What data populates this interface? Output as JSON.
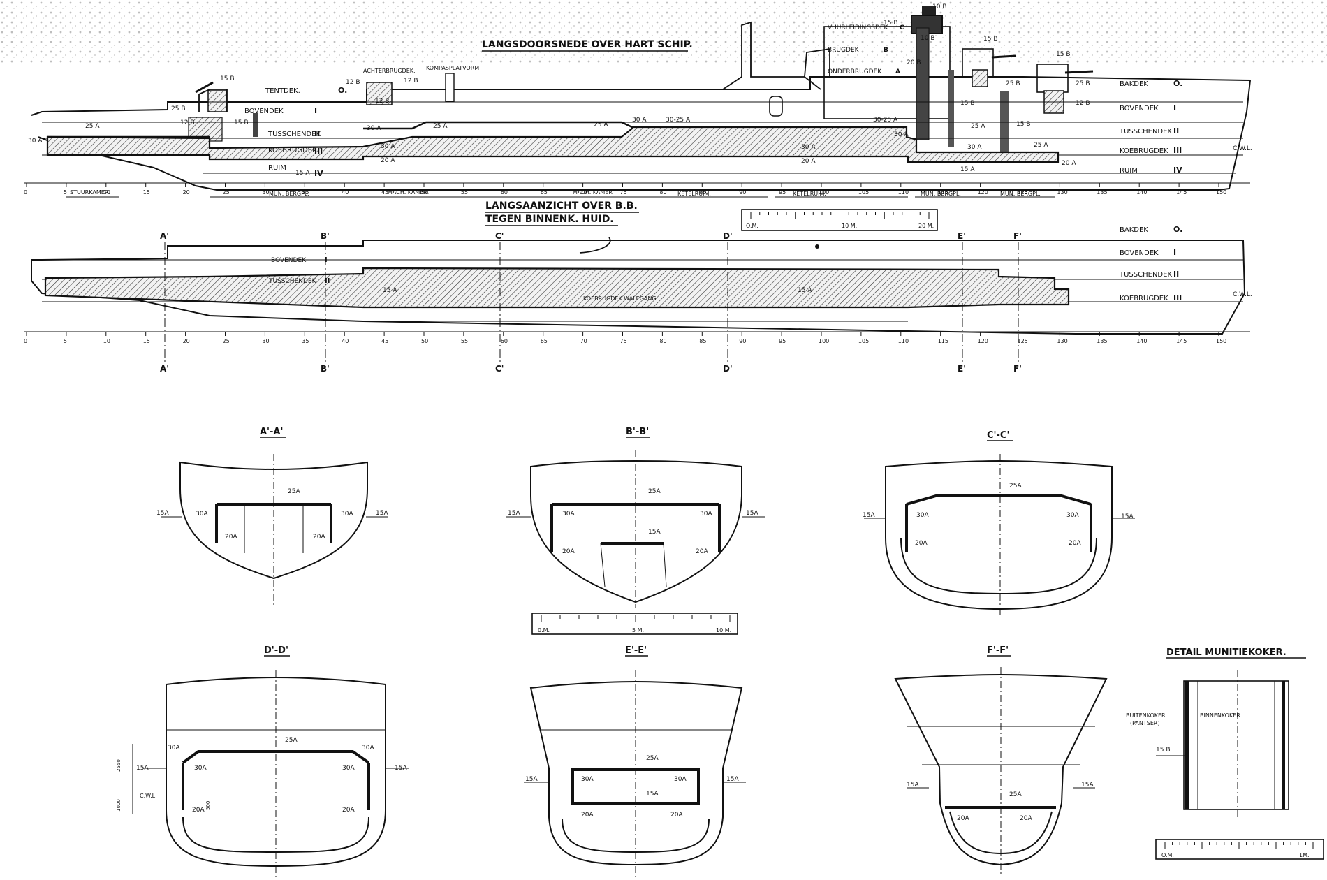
{
  "titles": {
    "longitudinal_section": "LANGSDOORSNEDE OVER HART SCHIP.",
    "side_view_line1": "LANGSAANZICHT OVER B.B.",
    "side_view_line2": "TEGEN BINNENK. HUID.",
    "detail": "DETAIL MUNITIEKOKER."
  },
  "decks": {
    "tentdek": "TENTDEK.",
    "bovendek": "BOVENDEK",
    "tusschendek": "TUSSCHENDEK",
    "koebrugdek": "KOEBRUGDEK",
    "ruim": "RUIM",
    "bakdek": "BAKDEK",
    "bovendek_fwd": "BOVENDEK",
    "tusschendek_fwd": "TUSSCHENDEK",
    "koebrugdek_fwd": "KOEBRUGDEK",
    "ruim_fwd": "RUIM",
    "achterbrugdek": "ACHTERBRUGDEK.",
    "kompasplatvorm": "KOMPASPLATVORM",
    "vuurleidingsdek": "VUURLEIDINGSDEK",
    "brugdek": "BRUGDEK",
    "onderbrugdek": "ONDERBRUGDEK",
    "bovendek_sv": "BOVENDEK.",
    "tusschendek_sv": "TUSSCHENDEK",
    "bakdek_sv": "BAKDEK",
    "bovendek_sv2": "BOVENDEK",
    "tusschendek_sv2": "TUSSCHENDEK",
    "koebrugdek_sv2": "KOEBRUGDEK",
    "koebrugdek_walegang": "KOEBRUGDEK WALEGANG"
  },
  "deck_numerals": {
    "o": "O.",
    "i": "I",
    "ii": "II",
    "iii": "III",
    "iv": "IV",
    "o_fwd": "O.",
    "i_fwd": "I",
    "ii_fwd": "II",
    "iii_fwd": "III",
    "iv_fwd": "IV"
  },
  "marks": {
    "a": "A",
    "b": "B",
    "c": "C",
    "cwl": "C.W.L."
  },
  "armor": {
    "a30": "30 A",
    "a25": "25 A",
    "a20": "20 A",
    "a15": "15 A",
    "b15": "15 B",
    "b12": "12 B",
    "b25": "25 B",
    "b20": "20 B",
    "b10": "10 B",
    "a3025": "30-25 A"
  },
  "compartments": [
    "STUURKAMER.",
    "MUN. BERGPL.",
    "MACH. KAMER.",
    "MACH. KAMER",
    "KETELRUIM.",
    "KETELRUIM.",
    "MUN. BERGPL.",
    "MUN. BERGPL."
  ],
  "frames": [
    "0",
    "5",
    "10",
    "15",
    "20",
    "25",
    "30",
    "35",
    "40",
    "45",
    "50",
    "55",
    "60",
    "65",
    "70",
    "75",
    "80",
    "85",
    "90",
    "95",
    "100",
    "105",
    "110",
    "115",
    "120",
    "125",
    "130",
    "135",
    "140",
    "145",
    "150"
  ],
  "scale_top": {
    "s0": "O.M.",
    "s10": "10 M.",
    "s20": "20 M."
  },
  "section_marks": [
    "A'",
    "B'",
    "C'",
    "D'",
    "E'",
    "F'"
  ],
  "sections": {
    "aa": "A'-A'",
    "bb": "B'-B'",
    "cc": "C'-C'",
    "dd": "D'-D'",
    "ee": "E'-E'",
    "ff": "F'-F'"
  },
  "section_labels": {
    "a25": "25A",
    "a30": "30A",
    "a20": "20A",
    "a15": "15A",
    "a15s": "15 A"
  },
  "scale_mid": {
    "s0": "0.M.",
    "s5": "5 M.",
    "s10": "10 M."
  },
  "dims": {
    "d2550": "2550",
    "cwl": "C.W.L.",
    "d1000": "1000",
    "d500": "500"
  },
  "detail_labels": {
    "buitenkoker": "BUITENKOKER",
    "pantser": "(PANTSER)",
    "binnenkoker": "BINNENKOKER",
    "b15": "15 B"
  },
  "scale_small": {
    "s0": "O.M.",
    "s1": "1M."
  }
}
